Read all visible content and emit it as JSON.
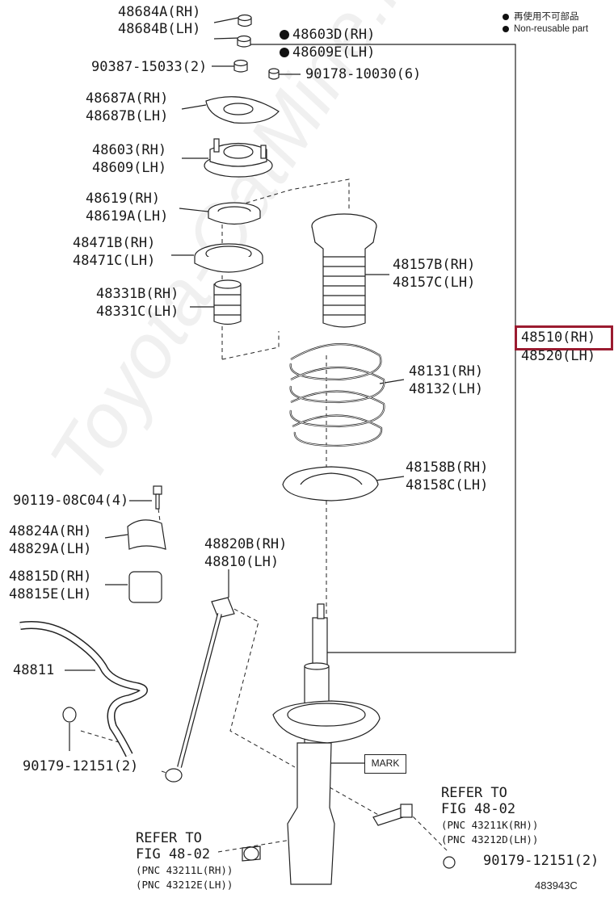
{
  "legend": {
    "line1": "再使用不可部品",
    "line2": "Non-reusable part"
  },
  "watermark": "Toyota-CatMine.ru",
  "labels": {
    "l_48684a": "48684A(RH)",
    "l_48684b": "48684B(LH)",
    "l_48603d": "48603D(RH)",
    "l_48609e": "48609E(LH)",
    "l_90387": "90387-15033(2)",
    "l_90178": "90178-10030(6)",
    "l_48687a": "48687A(RH)",
    "l_48687b": "48687B(LH)",
    "l_48603": "48603(RH)",
    "l_48609": "48609(LH)",
    "l_48619": "48619(RH)",
    "l_48619a": "48619A(LH)",
    "l_48471b": "48471B(RH)",
    "l_48471c": "48471C(LH)",
    "l_48331b": "48331B(RH)",
    "l_48331c": "48331C(LH)",
    "l_48157b": "48157B(RH)",
    "l_48157c": "48157C(LH)",
    "l_48510": "48510(RH)",
    "l_48520": "48520(LH)",
    "l_48131": "48131(RH)",
    "l_48132": "48132(LH)",
    "l_48158b": "48158B(RH)",
    "l_48158c": "48158C(LH)",
    "l_90119": "90119-08C04(4)",
    "l_48824a": "48824A(RH)",
    "l_48829a": "48829A(LH)",
    "l_48820b": "48820B(RH)",
    "l_48810": "48810(LH)",
    "l_48815d": "48815D(RH)",
    "l_48815e": "48815E(LH)",
    "l_48811": "48811",
    "l_90179a": "90179-12151(2)",
    "l_90179b": "90179-12151(2)",
    "mark": "MARK",
    "ref1_a": "REFER TO",
    "ref1_b": "FIG 48-02",
    "ref1_c": "(PNC 43211K(RH))",
    "ref1_d": "(PNC 43212D(LH))",
    "ref2_a": "REFER TO",
    "ref2_b": "FIG 48-02",
    "ref2_c": "(PNC 43211L(RH))",
    "ref2_d": "(PNC 43212E(LH))",
    "figure_id": "483943C"
  },
  "colors": {
    "highlight": "#9b1b30"
  }
}
